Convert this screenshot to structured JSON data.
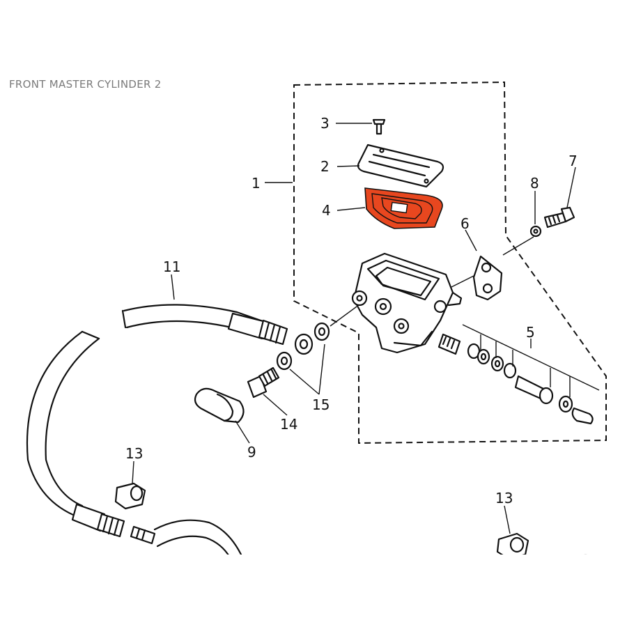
{
  "title": "FRONT MASTER CYLINDER 2",
  "highlight_color": "#e8471f",
  "callouts": {
    "c1": "1",
    "c2": "2",
    "c3": "3",
    "c4": "4",
    "c5": "5",
    "c6": "6",
    "c7": "7",
    "c8": "8",
    "c9": "9",
    "c11": "11",
    "c13a": "13",
    "c13b": "13",
    "c14": "14",
    "c15": "15"
  }
}
